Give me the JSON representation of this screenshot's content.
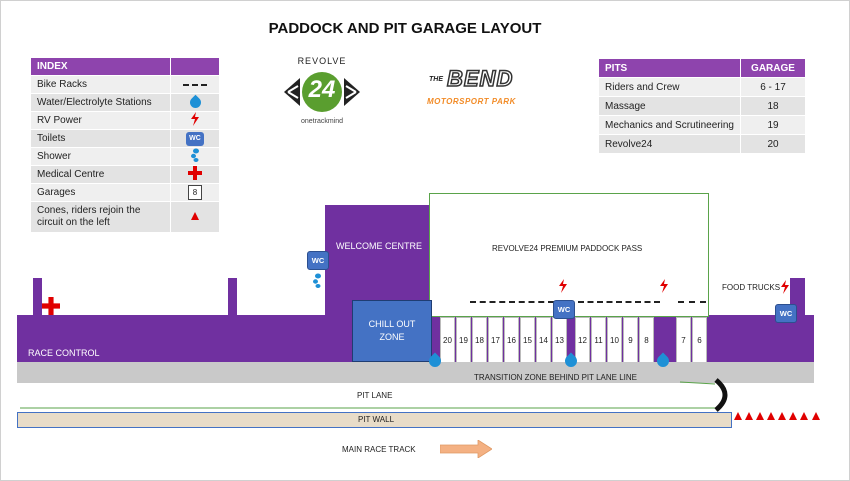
{
  "title": "PADDOCK AND PIT GARAGE LAYOUT",
  "index": {
    "header": "INDEX",
    "items": [
      {
        "label": "Bike Racks",
        "symbol": "dashed-line"
      },
      {
        "label": "Water/Electrolyte Stations",
        "symbol": "water-drop-icon"
      },
      {
        "label": "RV Power",
        "symbol": "lightning-bolt-icon"
      },
      {
        "label": "Toilets",
        "symbol": "wc-icon",
        "text": "WC"
      },
      {
        "label": "Shower",
        "symbol": "shower-icon"
      },
      {
        "label": "Medical Centre",
        "symbol": "medical-cross-icon"
      },
      {
        "label": "Garages",
        "symbol": "garage-box",
        "text": "8"
      },
      {
        "label": "Cones, riders rejoin the circuit on the left",
        "symbol": "cone-icon"
      }
    ]
  },
  "pits": {
    "headers": [
      "PITS",
      "GARAGE"
    ],
    "rows": [
      {
        "name": "Riders and Crew",
        "garage": "6 - 17"
      },
      {
        "name": "Massage",
        "garage": "18"
      },
      {
        "name": "Mechanics and Scrutineering",
        "garage": "19"
      },
      {
        "name": "Revolve24",
        "garage": "20"
      }
    ]
  },
  "logos": {
    "revolve": {
      "top": "REVOLVE",
      "number": "24",
      "bottom": "onetrackmind"
    },
    "bend": {
      "the": "THE",
      "name": "BEND",
      "sub": "MOTORSPORT PARK"
    }
  },
  "map": {
    "welcome_centre": "WELCOME CENTRE",
    "premium_paddock": "REVOLVE24 PREMIUM PADDOCK PASS",
    "food_trucks": "FOOD TRUCKS",
    "chill_out": "CHILL OUT ZONE",
    "race_control": "RACE CONTROL",
    "transition_zone": "TRANSITION ZONE BEHIND PIT LANE LINE",
    "pit_lane": "PIT LANE",
    "pit_wall": "PIT WALL",
    "main_race_track": "MAIN RACE TRACK",
    "wc": "WC",
    "garages": [
      "20",
      "19",
      "18",
      "17",
      "16",
      "15",
      "14",
      "13",
      "12",
      "11",
      "10",
      "9",
      "8",
      "7",
      "6"
    ]
  },
  "colors": {
    "purple": "#7030a0",
    "header": "#8e44ad",
    "water": "#1e90d6",
    "wc": "#4472c4",
    "red": "#e00000",
    "orange": "#f4b183",
    "green": "#4caf50"
  }
}
